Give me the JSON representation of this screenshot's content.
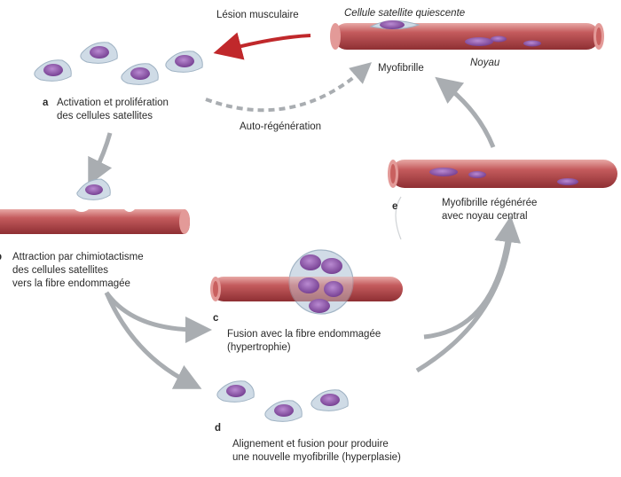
{
  "diagram": {
    "labels": {
      "lesion": "Lésion musculaire",
      "quiescent_cell": "Cellule satellite quiescente",
      "nucleus": "Noyau",
      "myofibril": "Myofibrille",
      "self_renewal": "Auto-régénération",
      "step_a": {
        "letter": "a",
        "line1": "Activation et prolifération",
        "line2": "des cellules satellites"
      },
      "step_b": {
        "letter": "b",
        "line1": "Attraction par chimiotactisme",
        "line2": "des cellules satellites",
        "line3": "vers la fibre endommagée"
      },
      "step_c": {
        "letter": "c",
        "line1": "Fusion avec la fibre endommagée",
        "line2": "(hypertrophie)"
      },
      "step_d": {
        "letter": "d",
        "line1": "Alignement et fusion pour produire",
        "line2": "une nouvelle myofibrille (hyperplasie)"
      },
      "step_e": {
        "letter": "e",
        "line1": "Myofibrille régénérée",
        "line2": "avec noyau central"
      }
    },
    "colors": {
      "fiber": "#b8484c",
      "fiber_light": "#e39a98",
      "cell_membrane": "#cfdbe6",
      "nucleus": "#8a4fa8",
      "arrow_grey": "#a9adb1",
      "arrow_red": "#c0282b"
    }
  }
}
